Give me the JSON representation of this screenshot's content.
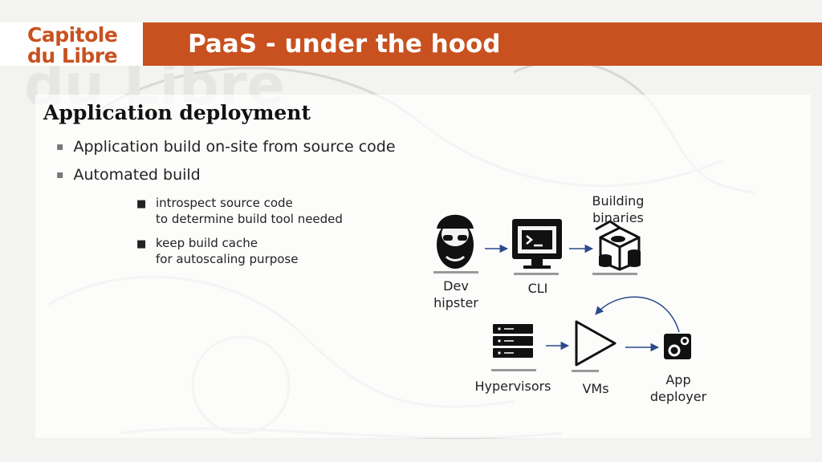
{
  "logo": {
    "line1": "Capitole",
    "line2": "du Libre"
  },
  "slide": {
    "title": "PaaS - under the hood",
    "heading": "Application deployment",
    "bullets": [
      "Application build on-site from source code",
      "Automated build"
    ],
    "sub_bullets": [
      {
        "line1": "introspect source code",
        "line2": "to determine build tool needed"
      },
      {
        "line1": "keep build cache",
        "line2": "for autoscaling purpose"
      }
    ],
    "markers": {
      "bullet": "▪",
      "sub_bullet": "■"
    }
  },
  "diagram": {
    "nodes": {
      "dev": {
        "line1": "Dev",
        "line2": "hipster",
        "icon": "hipster-face-icon"
      },
      "cli": {
        "label": "CLI",
        "icon": "terminal-icon"
      },
      "binaries": {
        "line1": "Building",
        "line2": "binaries",
        "icon": "package-box-icon"
      },
      "hypervisors": {
        "label": "Hypervisors",
        "icon": "server-rack-icon"
      },
      "vms": {
        "label": "VMs",
        "icon": "play-triangle-icon"
      },
      "deployer": {
        "line1": "App",
        "line2": "deployer",
        "icon": "gears-icon"
      }
    },
    "colors": {
      "arrow": "#2b4a8c",
      "accent": "#c8511f",
      "icon": "#111111"
    }
  }
}
